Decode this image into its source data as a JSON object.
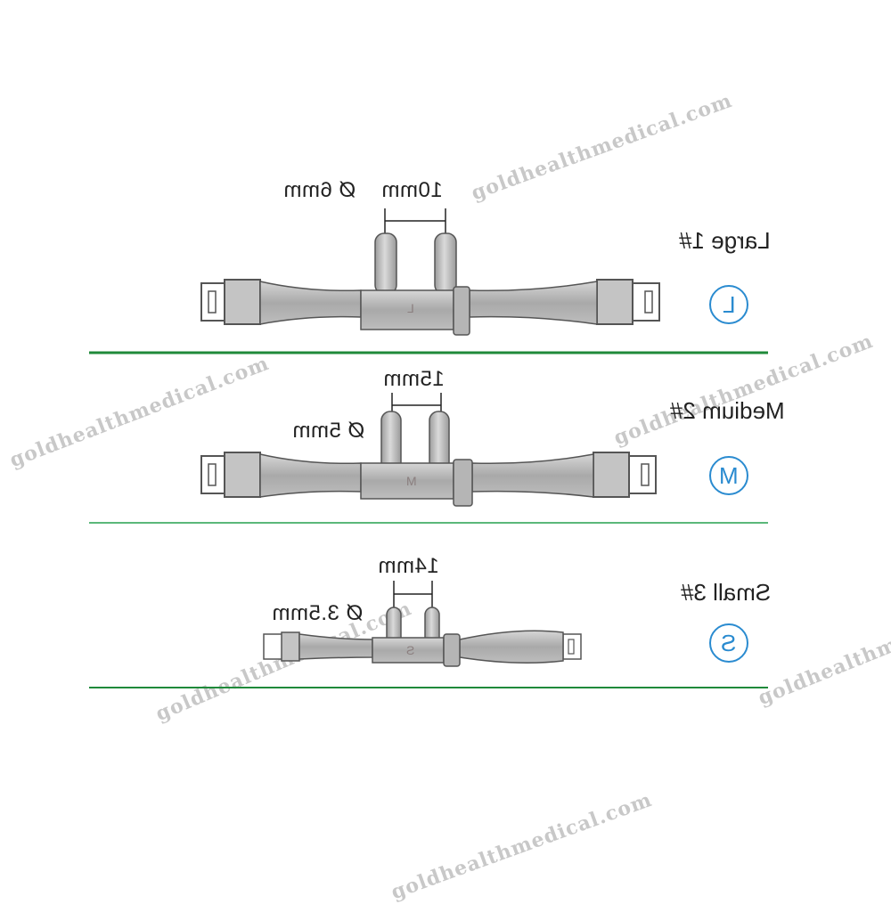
{
  "watermark": "goldhealthmedical.com",
  "accent_color": "#2a8bd0",
  "divider_color": "#1f8a3a",
  "rows": [
    {
      "name": "Large 1#",
      "badge": "L",
      "embossed": "L",
      "dims": [
        "10mm",
        "Ø 6mm"
      ]
    },
    {
      "name": "Medium 2#",
      "badge": "M",
      "embossed": "M",
      "dims": [
        "15mm",
        "Ø 5mm"
      ]
    },
    {
      "name": "Small 3#",
      "badge": "S",
      "embossed": "S",
      "dims": [
        "14mm",
        "Ø 3.5mm"
      ]
    }
  ]
}
